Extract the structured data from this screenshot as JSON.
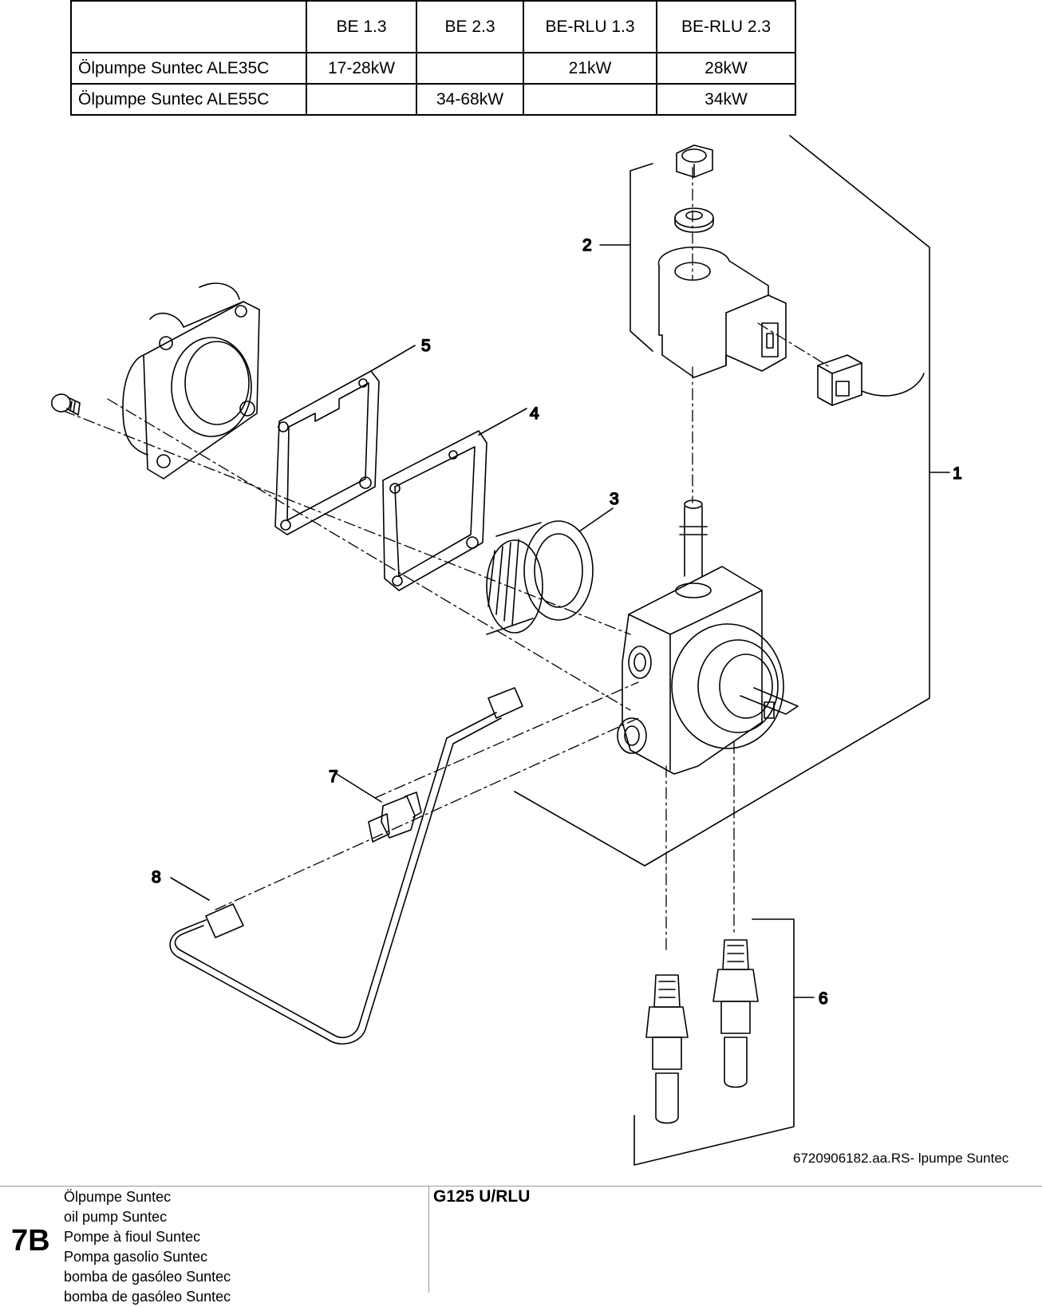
{
  "table": {
    "columns": [
      "",
      "BE 1.3",
      "BE 2.3",
      "BE-RLU 1.3",
      "BE-RLU 2.3"
    ],
    "rows": [
      {
        "label": "Ölpumpe Suntec ALE35C",
        "cells": [
          "17-28kW",
          "",
          "21kW",
          "28kW"
        ]
      },
      {
        "label": "Ölpumpe Suntec ALE55C",
        "cells": [
          "",
          "34-68kW",
          "",
          "34kW"
        ]
      }
    ]
  },
  "diagram": {
    "callouts": [
      "1",
      "2",
      "3",
      "4",
      "5",
      "6",
      "7",
      "8"
    ]
  },
  "drawing_reference": "6720906182.aa.RS-  lpumpe Suntec",
  "footer": {
    "page_code": "7B",
    "names": [
      "Ölpumpe Suntec",
      "oil pump Suntec",
      "Pompe à fioul Suntec",
      "Pompa gasolio Suntec",
      "bomba de gasóleo Suntec",
      "bomba de gasóleo Suntec"
    ],
    "model": "G125 U/RLU"
  }
}
